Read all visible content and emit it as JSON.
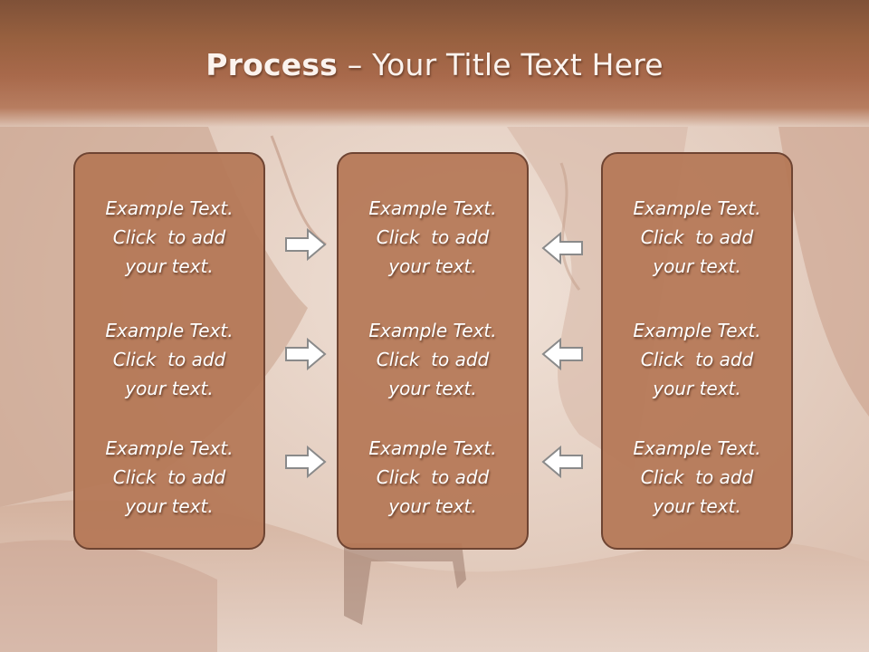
{
  "title": {
    "bold": "Process",
    "rest": " – Your Title Text Here"
  },
  "columns": [
    {
      "items": [
        {
          "line1": "Example Text.",
          "line2": "Click  to add",
          "line3": "your text."
        },
        {
          "line1": "Example Text.",
          "line2": "Click  to add",
          "line3": "your text."
        },
        {
          "line1": "Example Text.",
          "line2": "Click  to add",
          "line3": "your text."
        }
      ]
    },
    {
      "items": [
        {
          "line1": "Example Text.",
          "line2": "Click  to add",
          "line3": "your text."
        },
        {
          "line1": "Example Text.",
          "line2": "Click  to add",
          "line3": "your text."
        },
        {
          "line1": "Example Text.",
          "line2": "Click  to add",
          "line3": "your text."
        }
      ]
    },
    {
      "items": [
        {
          "line1": "Example Text.",
          "line2": "Click  to add",
          "line3": "your text."
        },
        {
          "line1": "Example Text.",
          "line2": "Click  to add",
          "line3": "your text."
        },
        {
          "line1": "Example Text.",
          "line2": "Click  to add",
          "line3": "your text."
        }
      ]
    }
  ],
  "arrows": {
    "left_group": "right-arrow-icon",
    "right_group": "left-arrow-icon"
  },
  "colors": {
    "title_band": "#97603f",
    "box_fill": "#b57756",
    "box_border": "#6e4432",
    "text": "#ffffff"
  }
}
